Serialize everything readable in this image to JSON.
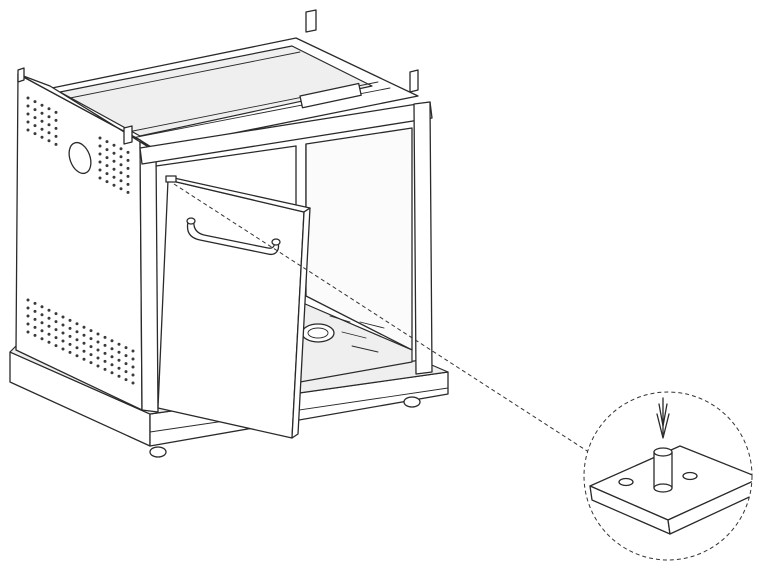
{
  "figure": {
    "subject": "cabinet-door-installation",
    "colors": {
      "line": "#2a2a2a",
      "paper": "#ffffff",
      "fill": "#efefef"
    },
    "icons": [
      "cabinet-frame",
      "door-panel",
      "door-handle",
      "hinge-pin",
      "detail-callout",
      "down-arrow-icon",
      "caster-wheel"
    ]
  }
}
